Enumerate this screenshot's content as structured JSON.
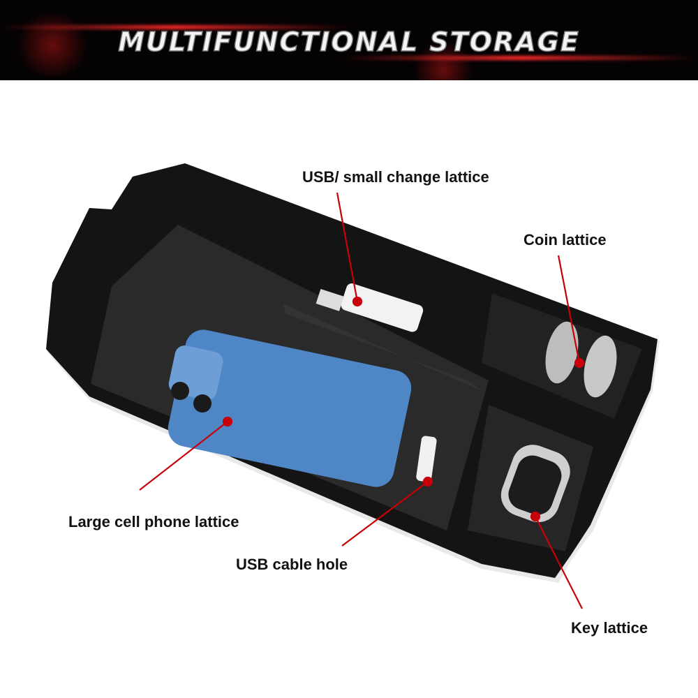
{
  "banner": {
    "title": "MULTIFUNCTIONAL STORAGE"
  },
  "callouts": {
    "usb_small_change": "USB/ small change lattice",
    "coin": "Coin lattice",
    "phone": "Large cell phone lattice",
    "usb_cable": "USB cable hole",
    "key": "Key lattice"
  },
  "colors": {
    "leader": "#c8000a",
    "tray": "#1a1a1a",
    "phone": "#4f86c6"
  }
}
